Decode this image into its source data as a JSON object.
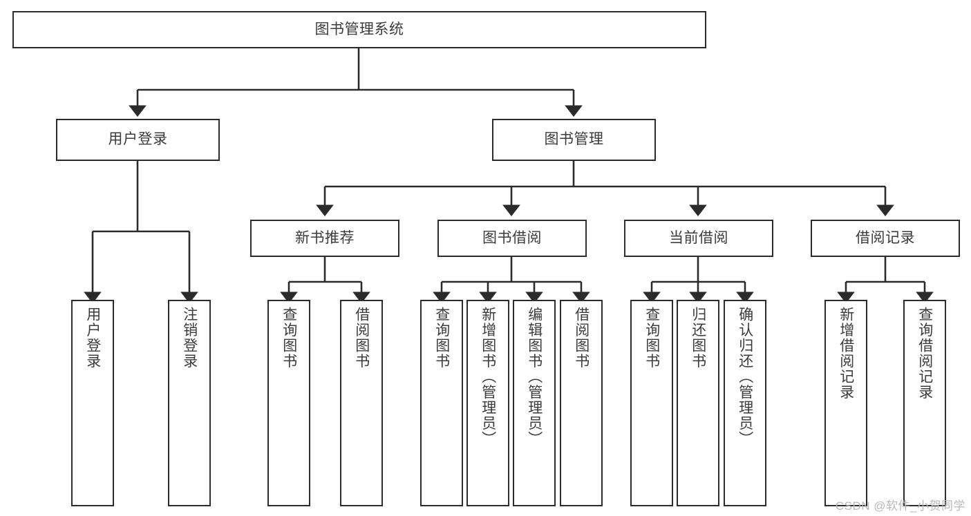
{
  "diagram": {
    "title": "图书管理系统",
    "type": "tree",
    "root": {
      "id": "root",
      "label": "图书管理系统",
      "orientation": "horizontal"
    },
    "level1": [
      {
        "id": "user-login",
        "label": "用户登录",
        "orientation": "horizontal"
      },
      {
        "id": "book-manage",
        "label": "图书管理",
        "orientation": "horizontal"
      }
    ],
    "level2": [
      {
        "id": "new-book-rec",
        "label": "新书推荐",
        "orientation": "horizontal",
        "parent": "book-manage"
      },
      {
        "id": "book-borrow",
        "label": "图书借阅",
        "orientation": "horizontal",
        "parent": "book-manage"
      },
      {
        "id": "current-borrow",
        "label": "当前借阅",
        "orientation": "horizontal",
        "parent": "book-manage"
      },
      {
        "id": "borrow-record",
        "label": "借阅记录",
        "orientation": "horizontal",
        "parent": "book-manage"
      }
    ],
    "leaves": [
      {
        "id": "leaf-user-login",
        "label": "用户登录",
        "parent": "user-login"
      },
      {
        "id": "leaf-logout",
        "label": "注销登录",
        "parent": "user-login"
      },
      {
        "id": "leaf-query-book-1",
        "label": "查询图书",
        "parent": "new-book-rec"
      },
      {
        "id": "leaf-borrow-book-1",
        "label": "借阅图书",
        "parent": "new-book-rec"
      },
      {
        "id": "leaf-query-book-2",
        "label": "查询图书",
        "parent": "book-borrow"
      },
      {
        "id": "leaf-add-book",
        "label": "新增图书（管理员）",
        "parent": "book-borrow"
      },
      {
        "id": "leaf-edit-book",
        "label": "编辑图书（管理员）",
        "parent": "book-borrow"
      },
      {
        "id": "leaf-borrow-book-2",
        "label": "借阅图书",
        "parent": "book-borrow"
      },
      {
        "id": "leaf-query-book-3",
        "label": "查询图书",
        "parent": "current-borrow"
      },
      {
        "id": "leaf-return-book",
        "label": "归还图书",
        "parent": "current-borrow"
      },
      {
        "id": "leaf-confirm-return",
        "label": "确认归还（管理员）",
        "parent": "current-borrow"
      },
      {
        "id": "leaf-add-record",
        "label": "新增借阅记录",
        "parent": "borrow-record"
      },
      {
        "id": "leaf-query-record",
        "label": "查询借阅记录",
        "parent": "borrow-record"
      }
    ],
    "colors": {
      "box_border": "#2b2b2b",
      "box_fill": "#ffffff",
      "text": "#3b3b3b",
      "edge": "#2b2b2b",
      "watermark": "#b9b9b9"
    }
  },
  "watermark": {
    "text": "CSDN @软件_小贺同学"
  }
}
